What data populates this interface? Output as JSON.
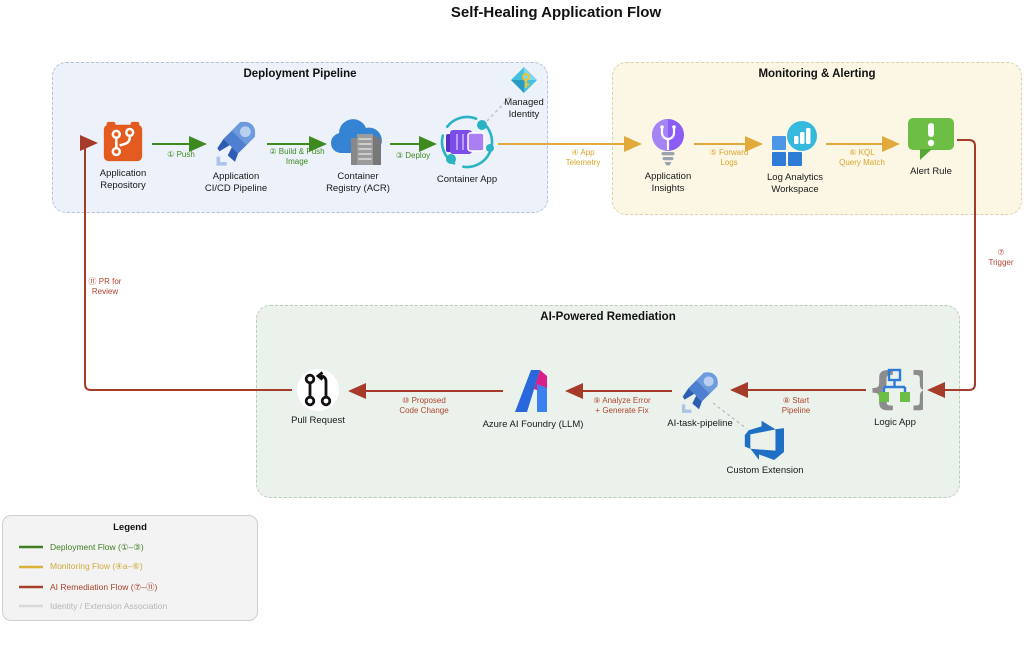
{
  "title": "Self-Healing Application Flow",
  "sections": {
    "deployment": {
      "title": "Deployment Pipeline"
    },
    "monitoring": {
      "title": "Monitoring & Alerting"
    },
    "remediation": {
      "title": "AI-Powered Remediation"
    }
  },
  "nodes": {
    "app_repo": {
      "label": "Application\nRepository",
      "icon": "git-repository-icon"
    },
    "cicd": {
      "label": "Application\nCI/CD Pipeline",
      "icon": "pipeline-rocket-icon"
    },
    "acr": {
      "label": "Container\nRegistry (ACR)",
      "icon": "container-registry-icon"
    },
    "container_app": {
      "label": "Container App",
      "icon": "container-app-icon"
    },
    "managed_identity": {
      "label": "Managed\nIdentity",
      "icon": "managed-identity-icon"
    },
    "app_insights": {
      "label": "Application\nInsights",
      "icon": "app-insights-bulb-icon"
    },
    "log_analytics": {
      "label": "Log Analytics\nWorkspace",
      "icon": "log-analytics-icon"
    },
    "alert_rule": {
      "label": "Alert Rule",
      "icon": "alert-rule-icon"
    },
    "logic_app": {
      "label": "Logic App",
      "icon": "logic-app-icon"
    },
    "ai_task_pipeline": {
      "label": "AI-task-pipeline",
      "icon": "pipeline-rocket-icon"
    },
    "custom_extension": {
      "label": "Custom Extension",
      "icon": "devops-extension-icon"
    },
    "ai_foundry": {
      "label": "Azure AI Foundry (LLM)",
      "icon": "ai-foundry-icon"
    },
    "pull_request": {
      "label": "Pull Request",
      "icon": "pull-request-icon"
    }
  },
  "edges": {
    "push": "① Push",
    "build_push": "② Build & Push\nImage",
    "deploy": "③ Deploy",
    "app_telemetry": "④ App\nTelemetry",
    "forward_logs": "⑤ Forward\nLogs",
    "kql_match": "⑥ KQL\nQuery Match",
    "trigger": "⑦ Trigger",
    "start_pipeline": "⑧ Start\nPipeline",
    "analyze": "⑨ Analyze Error\n+ Generate Fix",
    "proposed": "⑩ Proposed\nCode Change",
    "pr_review": "⑪ PR for\nReview"
  },
  "legend": {
    "title": "Legend",
    "items": [
      {
        "label": "Deployment Flow (①–③)",
        "color": "#3f7d23"
      },
      {
        "label": "Monitoring Flow (④a–⑥)",
        "color": "#d9b13b"
      },
      {
        "label": "AI Remediation Flow (⑦–⑪)",
        "color": "#a6402c"
      },
      {
        "label": "Identity / Extension Association",
        "color": "#d9d9d9"
      }
    ]
  },
  "colors": {
    "deployment_flow": "#3f8a1f",
    "monitoring_flow": "#e2a93b",
    "remediation_flow": "#a63b2a",
    "association": "#c0c0c0"
  }
}
